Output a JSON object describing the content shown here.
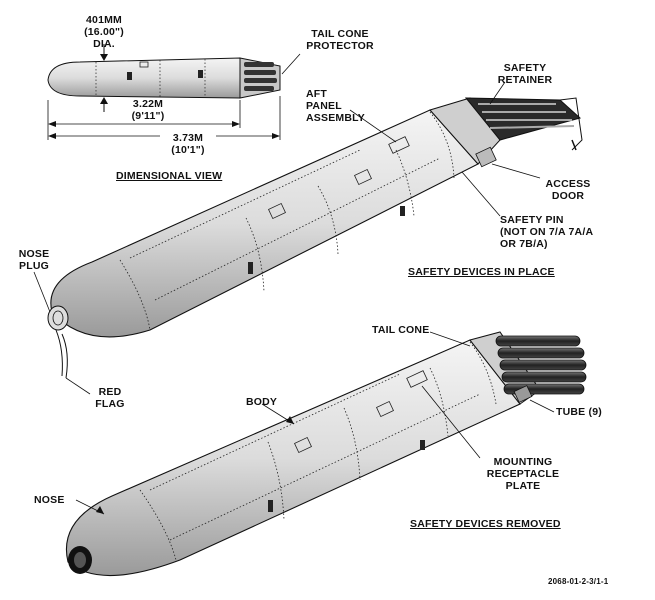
{
  "dimensional_view": {
    "diameter": [
      "401MM",
      "(16.00\")",
      "DIA."
    ],
    "length_body": [
      "3.22M",
      "(9'11\")"
    ],
    "length_total": [
      "3.73M",
      "(10'1\")"
    ],
    "tail_cone_protector": [
      "TAIL CONE",
      "PROTECTOR"
    ],
    "title": "DIMENSIONAL VIEW"
  },
  "safety_in_place": {
    "aft_panel": [
      "AFT",
      "PANEL",
      "ASSEMBLY"
    ],
    "safety_retainer": [
      "SAFETY",
      "RETAINER"
    ],
    "access_door": [
      "ACCESS",
      "DOOR"
    ],
    "safety_pin": [
      "SAFETY PIN",
      "(NOT ON 7/A 7A/A",
      "OR 7B/A)"
    ],
    "nose_plug": [
      "NOSE",
      "PLUG"
    ],
    "red_flag": [
      "RED",
      "FLAG"
    ],
    "title": "SAFETY DEVICES IN PLACE"
  },
  "safety_removed": {
    "tail_cone": "TAIL CONE",
    "body": "BODY",
    "tube": "TUBE (9)",
    "mounting_plate": [
      "MOUNTING",
      "RECEPTACLE",
      "PLATE"
    ],
    "nose": "NOSE",
    "title": "SAFETY DEVICES REMOVED"
  },
  "figure_id": "2068-01-2-3/1-1"
}
